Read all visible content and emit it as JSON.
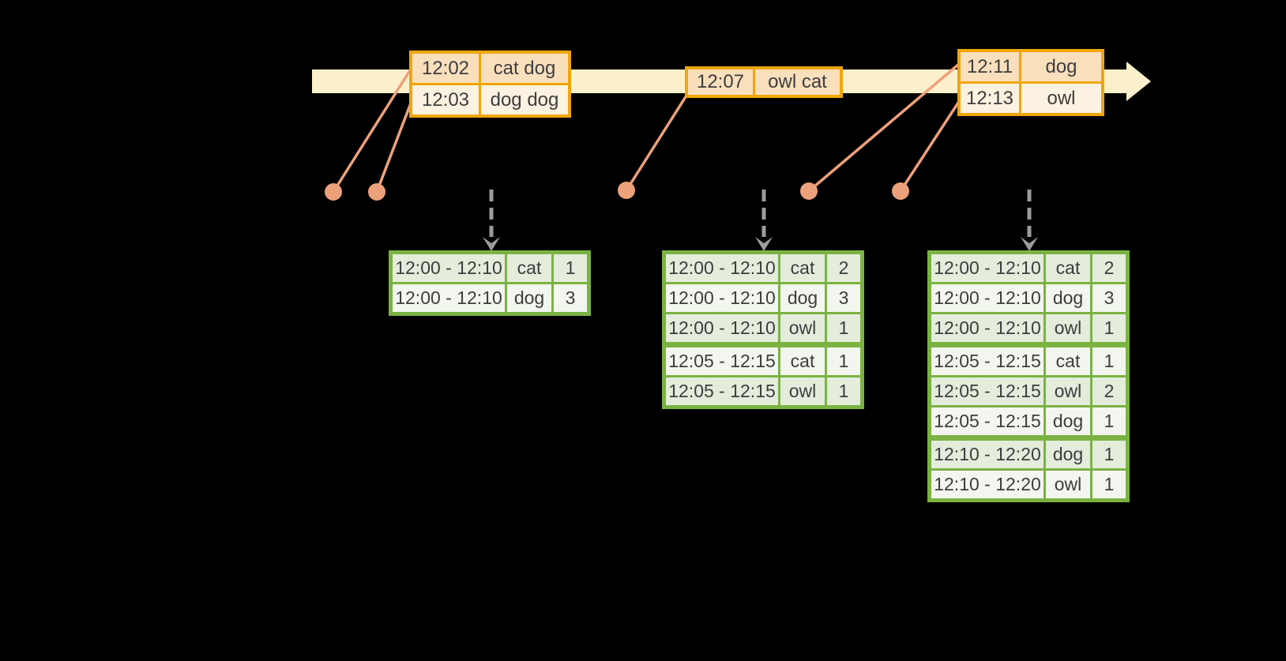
{
  "diagram": {
    "title_hint": "event-time windowed word counts over a streaming timeline",
    "colors": {
      "background": "#000000",
      "timeline_fill": "#fbf0cb",
      "event_border": "#f0a60a",
      "event_row_dark": "#fadfbd",
      "event_row_light": "#fcf2e1",
      "event_marker": "#eda17b",
      "trigger_arrow": "#9c9c9c",
      "table_border": "#7bb342",
      "table_row_dark": "#e4ecdb",
      "table_row_light": "#f3f6ee",
      "text": "#3d3d3d"
    },
    "event_groups": [
      {
        "rows": [
          {
            "time": "12:02",
            "words": "cat dog"
          },
          {
            "time": "12:03",
            "words": "dog dog"
          }
        ]
      },
      {
        "rows": [
          {
            "time": "12:07",
            "words": "owl cat"
          }
        ]
      },
      {
        "rows": [
          {
            "time": "12:11",
            "words": "dog"
          },
          {
            "time": "12:13",
            "words": "owl"
          }
        ]
      }
    ],
    "result_tables": [
      {
        "rows": [
          {
            "window": "12:00 - 12:10",
            "word": "cat",
            "count": "1"
          },
          {
            "window": "12:00 - 12:10",
            "word": "dog",
            "count": "3"
          }
        ]
      },
      {
        "rows": [
          {
            "window": "12:00 - 12:10",
            "word": "cat",
            "count": "2"
          },
          {
            "window": "12:00 - 12:10",
            "word": "dog",
            "count": "3"
          },
          {
            "window": "12:00 - 12:10",
            "word": "owl",
            "count": "1"
          },
          {
            "window": "12:05 - 12:15",
            "word": "cat",
            "count": "1"
          },
          {
            "window": "12:05 - 12:15",
            "word": "owl",
            "count": "1"
          }
        ]
      },
      {
        "rows": [
          {
            "window": "12:00 - 12:10",
            "word": "cat",
            "count": "2"
          },
          {
            "window": "12:00 - 12:10",
            "word": "dog",
            "count": "3"
          },
          {
            "window": "12:00 - 12:10",
            "word": "owl",
            "count": "1"
          },
          {
            "window": "12:05 - 12:15",
            "word": "cat",
            "count": "1"
          },
          {
            "window": "12:05 - 12:15",
            "word": "owl",
            "count": "2"
          },
          {
            "window": "12:05 - 12:15",
            "word": "dog",
            "count": "1"
          },
          {
            "window": "12:10 - 12:20",
            "word": "dog",
            "count": "1"
          },
          {
            "window": "12:10 - 12:20",
            "word": "owl",
            "count": "1"
          }
        ]
      }
    ]
  }
}
